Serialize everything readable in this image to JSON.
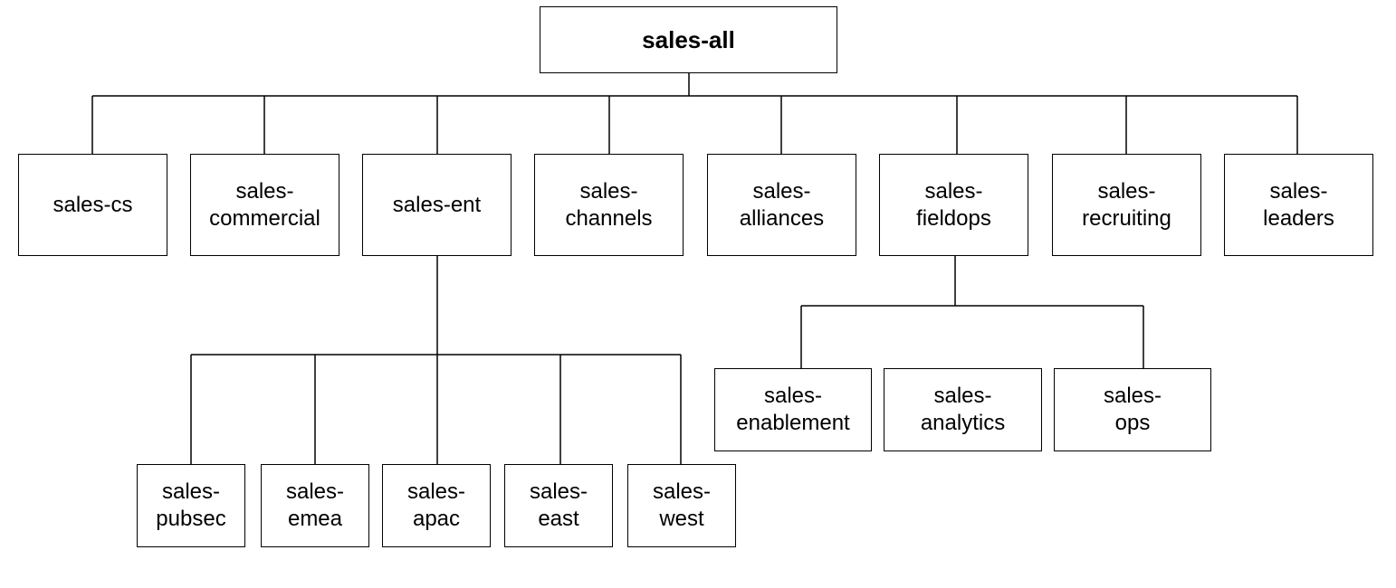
{
  "diagram": {
    "root": "sales-all",
    "level1": [
      "sales-cs",
      "sales-\ncommercial",
      "sales-ent",
      "sales-\nchannels",
      "sales-\nalliances",
      "sales-\nfieldops",
      "sales-\nrecruiting",
      "sales-\nleaders"
    ],
    "ent_children": [
      "sales-\npubsec",
      "sales-\nemea",
      "sales-\napac",
      "sales-\neast",
      "sales-\nwest"
    ],
    "fieldops_children": [
      "sales-\nenablement",
      "sales-\nanalytics",
      "sales-\nops"
    ]
  }
}
